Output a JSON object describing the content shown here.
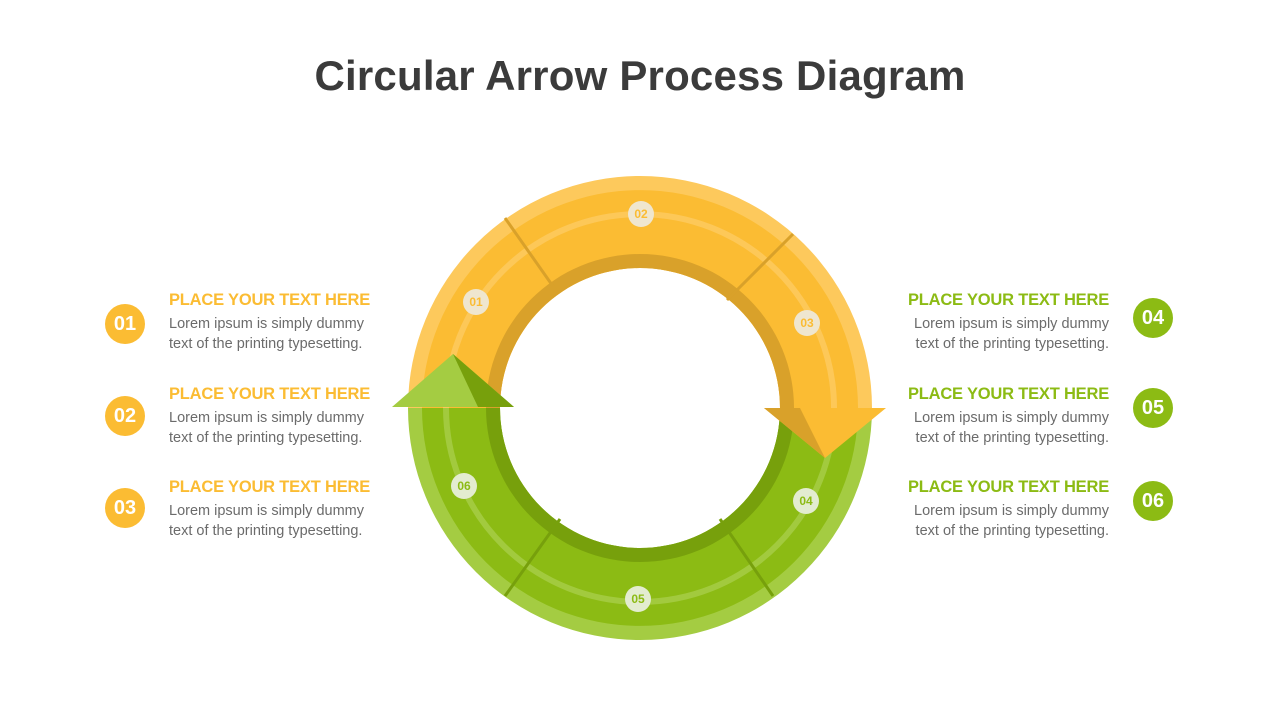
{
  "title": "Circular Arrow Process Diagram",
  "colors": {
    "yellow": "#fbbc33",
    "green": "#8cbb14",
    "title": "#3b3b3b",
    "body_text": "#6b6b6b"
  },
  "left_items": [
    {
      "number": "01",
      "heading": "PLACE YOUR TEXT HERE",
      "line1": "Lorem ipsum is simply dummy",
      "line2": "text of the printing typesetting."
    },
    {
      "number": "02",
      "heading": "PLACE YOUR TEXT HERE",
      "line1": "Lorem ipsum is simply dummy",
      "line2": "text of the printing typesetting."
    },
    {
      "number": "03",
      "heading": "PLACE YOUR TEXT HERE",
      "line1": "Lorem ipsum is simply dummy",
      "line2": "text of the printing typesetting."
    }
  ],
  "right_items": [
    {
      "number": "04",
      "heading": "PLACE YOUR TEXT HERE",
      "line1": "Lorem ipsum is simply dummy",
      "line2": "text of the printing typesetting."
    },
    {
      "number": "05",
      "heading": "PLACE YOUR TEXT HERE",
      "line1": "Lorem ipsum is simply dummy",
      "line2": "text of the printing typesetting."
    },
    {
      "number": "06",
      "heading": "PLACE YOUR TEXT HERE",
      "line1": "Lorem ipsum is simply dummy",
      "line2": "text of the printing typesetting."
    }
  ],
  "ring_labels": [
    "01",
    "02",
    "03",
    "04",
    "05",
    "06"
  ]
}
